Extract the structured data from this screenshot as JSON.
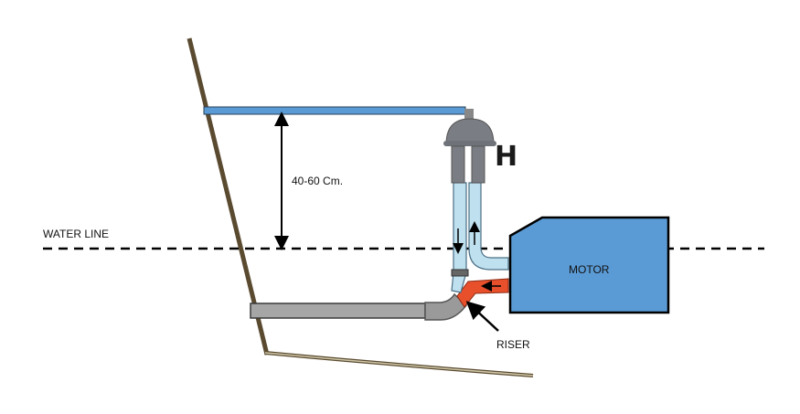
{
  "labels": {
    "height": "40-60 Cm.",
    "water_line": "WATER LINE",
    "motor": "MOTOR",
    "riser": "RISER",
    "h": "H"
  },
  "colors": {
    "deck": "#5b9bd5",
    "motor": "#5b9bd5",
    "cooling_pipe": "#bfe0ef",
    "exhaust_riser": "#e8502c",
    "exhaust_tube": "#a6a6a6",
    "hull": "#5a4a30"
  }
}
